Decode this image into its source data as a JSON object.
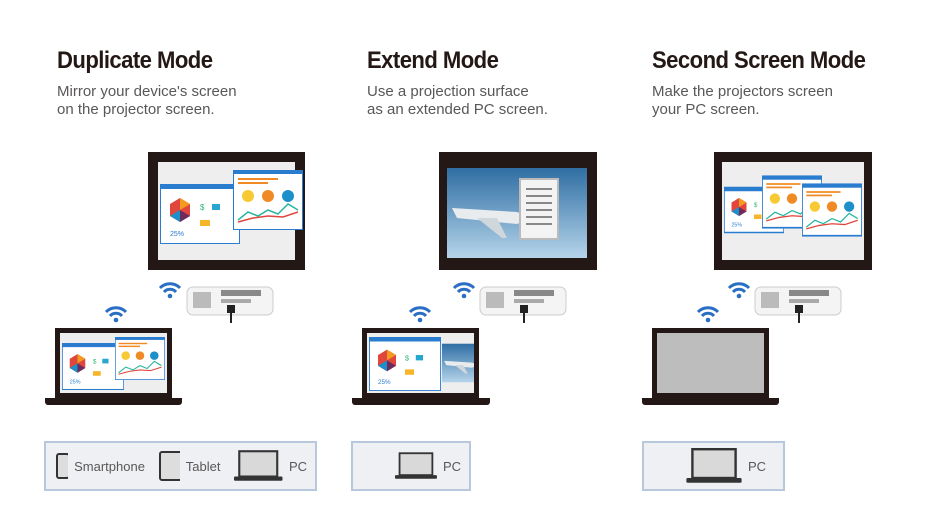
{
  "modes": [
    {
      "title": "Duplicate Mode",
      "desc_line1": "Mirror your device's screen",
      "desc_line2": "on the projector screen.",
      "devices": [
        "Smartphone",
        "Tablet",
        "PC"
      ]
    },
    {
      "title": "Extend Mode",
      "desc_line1": "Use a projection surface",
      "desc_line2": "as an extended PC screen.",
      "devices": [
        "PC"
      ]
    },
    {
      "title": "Second Screen Mode",
      "desc_line1": "Make the projectors screen",
      "desc_line2": "your PC screen.",
      "devices": [
        "PC"
      ]
    }
  ],
  "colors": {
    "wifi": "#2a6fc4",
    "slide_header": "#2a7ccf",
    "screen_frame": "#231815"
  }
}
